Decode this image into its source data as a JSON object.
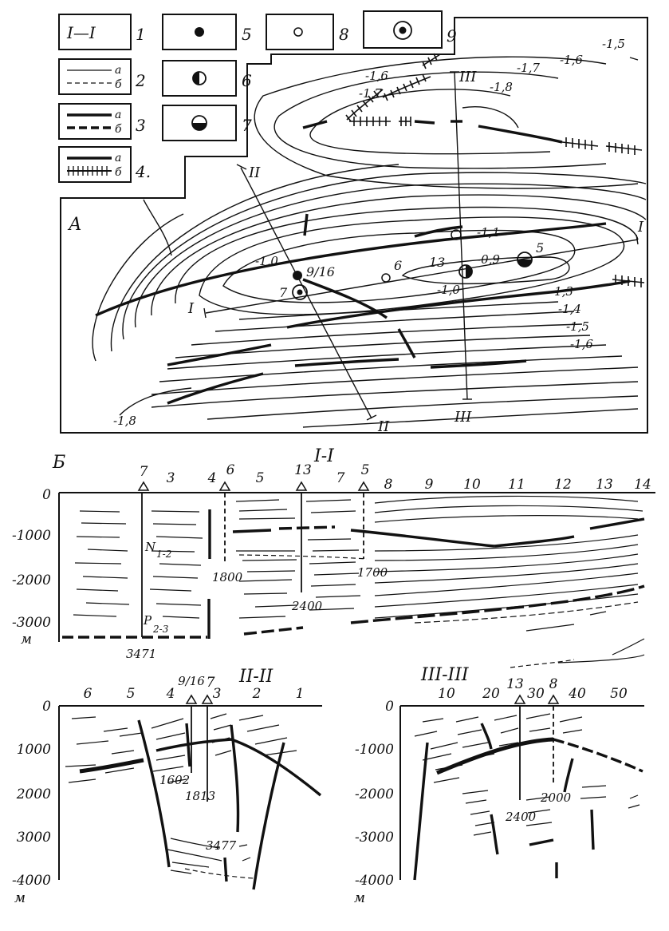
{
  "legend": {
    "items": [
      {
        "num": "1",
        "text": "I—I"
      },
      {
        "num": "2",
        "a": "а",
        "b": "б"
      },
      {
        "num": "3",
        "a": "а",
        "b": "б"
      },
      {
        "num": "4.",
        "a": "а",
        "b": "б"
      },
      {
        "num": "5"
      },
      {
        "num": "6"
      },
      {
        "num": "7"
      },
      {
        "num": "8"
      },
      {
        "num": "9"
      }
    ]
  },
  "map": {
    "panel_label": "А",
    "contour_labels": [
      "-1,5",
      "-1,6",
      "-1,7",
      "-1,6",
      "-1,8",
      "-1,7",
      "-1,1",
      "-1,0",
      "-0,9",
      "-1,0",
      "-1,3",
      "-1,4",
      "-1,5",
      "-1,6",
      "-1,8"
    ],
    "line_labels": [
      "III",
      "II",
      "I",
      "I",
      "II",
      "III"
    ],
    "well_labels": [
      "9/16",
      "7",
      "6",
      "13",
      "5"
    ]
  },
  "section1": {
    "panel_label": "Б",
    "title": "I-I",
    "wells": [
      "7",
      "3",
      "4",
      "6",
      "5",
      "13",
      "7",
      "5",
      "8",
      "9",
      "10",
      "11",
      "12",
      "13",
      "14"
    ],
    "yticks": [
      "0",
      "-1000",
      "-2000",
      "-3000",
      "м"
    ],
    "depths": [
      "1800",
      "2400",
      "1700",
      "3471"
    ],
    "strata": [
      "N",
      "1-2",
      "P",
      "2-3"
    ]
  },
  "section2": {
    "title": "II-II",
    "wells": [
      "6",
      "5",
      "4",
      "9/16",
      "7",
      "3",
      "2",
      "1"
    ],
    "yticks": [
      "0",
      "1000",
      "2000",
      "3000",
      "-4000",
      "м"
    ],
    "depths": [
      "1602",
      "1813",
      "3477"
    ]
  },
  "section3": {
    "title": "III-III",
    "wells": [
      "10",
      "20",
      "13",
      "30",
      "8",
      "40",
      "50"
    ],
    "yticks": [
      "0",
      "-1000",
      "-2000",
      "-3000",
      "-4000",
      "м"
    ],
    "depths": [
      "2400",
      "2000"
    ]
  }
}
